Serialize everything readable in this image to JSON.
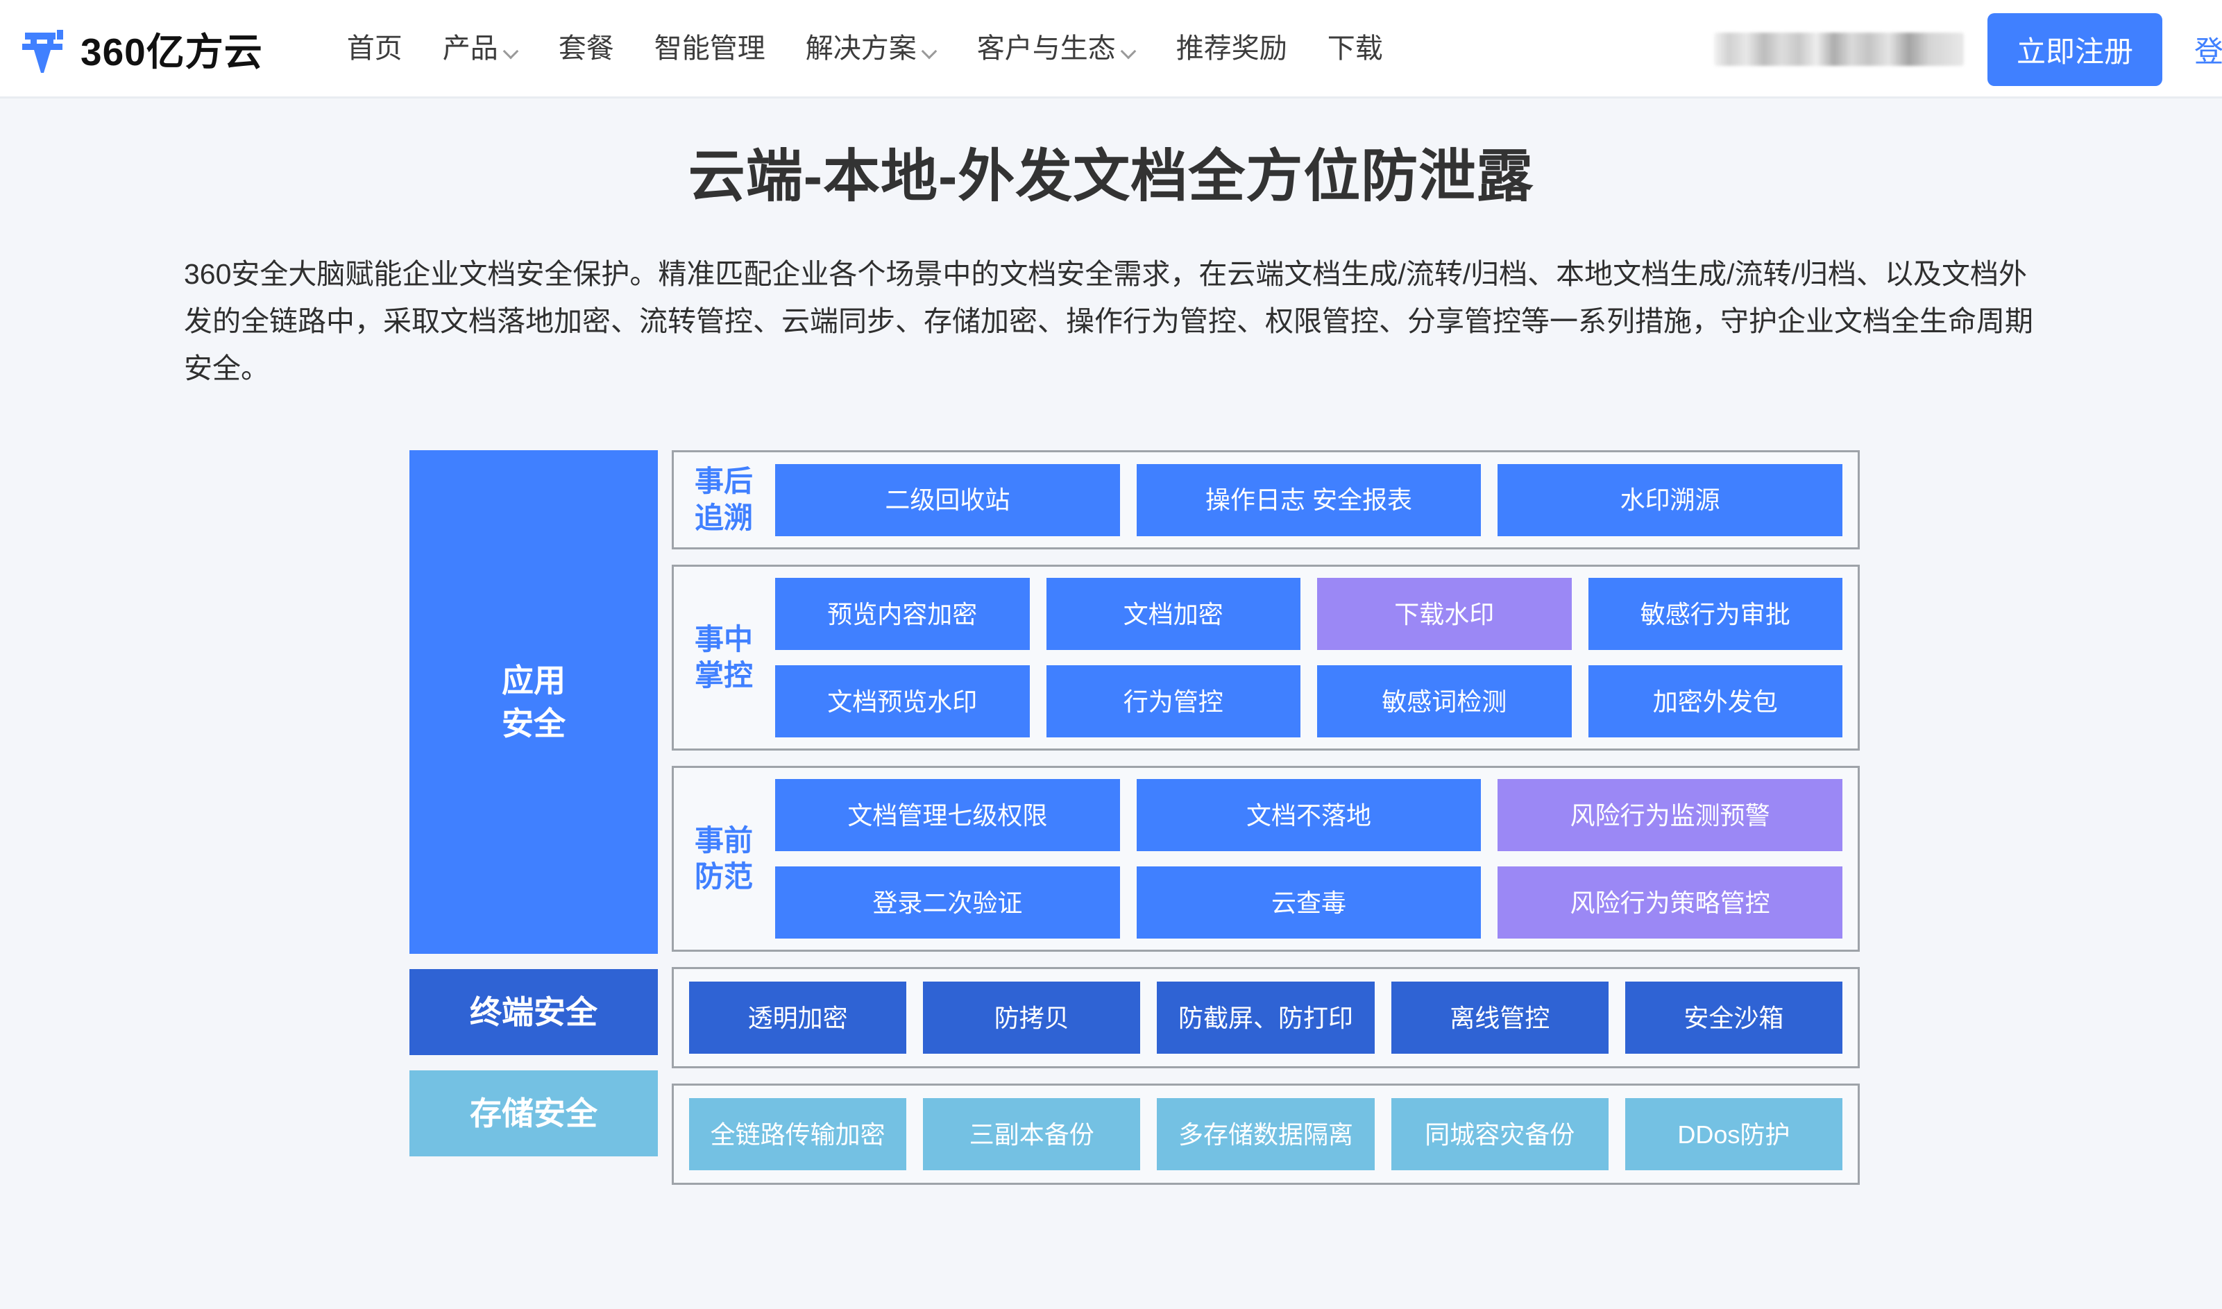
{
  "header": {
    "brand_name": "360亿方云",
    "brand_mark": "cloud-logo-icon",
    "nav": [
      {
        "label": "首页",
        "has_caret": false
      },
      {
        "label": "产品",
        "has_caret": true
      },
      {
        "label": "套餐",
        "has_caret": false
      },
      {
        "label": "智能管理",
        "has_caret": false
      },
      {
        "label": "解决方案",
        "has_caret": true
      },
      {
        "label": "客户与生态",
        "has_caret": true
      },
      {
        "label": "推荐奖励",
        "has_caret": false
      },
      {
        "label": "下载",
        "has_caret": false
      }
    ],
    "register_label": "立即注册",
    "login_label": "登录",
    "account_blurred": true
  },
  "hero": {
    "title": "云端-本地-外发文档全方位防泄露",
    "description": "360安全大脑赋能企业文档安全保护。精准匹配企业各个场景中的文档安全需求，在云端文档生成/流转/归档、本地文档生成/流转/归档、以及文档外发的全链路中，采取文档落地加密、流转管控、云端同步、存储加密、操作行为管控、权限管控、分享管控等一系列措施，守护企业文档全生命周期安全。"
  },
  "colors": {
    "accent_blue": "#4080ff",
    "deep_blue": "#2f63d4",
    "light_blue": "#74c1e3",
    "purple": "#9b88f5",
    "page_bg": "#f4f6fa",
    "panel_bg": "#f7f9fc",
    "panel_border": "#9ea3a9"
  },
  "diagram": {
    "layers": [
      {
        "name": "应用安全",
        "label_line1": "应用",
        "label_line2": "安全",
        "color": "#4080ff"
      },
      {
        "name": "终端安全",
        "label": "终端安全",
        "color": "#2f63d4"
      },
      {
        "name": "存储安全",
        "label": "存储安全",
        "color": "#74c1e3"
      }
    ],
    "groups": [
      {
        "label_line1": "事后",
        "label_line2": "追溯",
        "rows": [
          [
            {
              "text": "二级回收站",
              "style": "blue"
            },
            {
              "text": "操作日志  安全报表",
              "style": "blue"
            },
            {
              "text": "水印溯源",
              "style": "blue"
            }
          ]
        ]
      },
      {
        "label_line1": "事中",
        "label_line2": "掌控",
        "rows": [
          [
            {
              "text": "预览内容加密",
              "style": "blue"
            },
            {
              "text": "文档加密",
              "style": "blue"
            },
            {
              "text": "下载水印",
              "style": "purple"
            },
            {
              "text": "敏感行为审批",
              "style": "blue"
            }
          ],
          [
            {
              "text": "文档预览水印",
              "style": "blue"
            },
            {
              "text": "行为管控",
              "style": "blue"
            },
            {
              "text": "敏感词检测",
              "style": "blue"
            },
            {
              "text": "加密外发包",
              "style": "blue"
            }
          ]
        ]
      },
      {
        "label_line1": "事前",
        "label_line2": "防范",
        "rows": [
          [
            {
              "text": "文档管理七级权限",
              "style": "blue"
            },
            {
              "text": "文档不落地",
              "style": "blue"
            },
            {
              "text": "风险行为监测预警",
              "style": "purple"
            }
          ],
          [
            {
              "text": "登录二次验证",
              "style": "blue"
            },
            {
              "text": "云查毒",
              "style": "blue"
            },
            {
              "text": "风险行为策略管控",
              "style": "purple"
            }
          ]
        ]
      }
    ],
    "terminal_row": [
      {
        "text": "透明加密",
        "style": "dark"
      },
      {
        "text": "防拷贝",
        "style": "dark"
      },
      {
        "text": "防截屏、防打印",
        "style": "dark"
      },
      {
        "text": "离线管控",
        "style": "dark"
      },
      {
        "text": "安全沙箱",
        "style": "dark"
      }
    ],
    "storage_row": [
      {
        "text": "全链路传输加密",
        "style": "light"
      },
      {
        "text": "三副本备份",
        "style": "light"
      },
      {
        "text": "多存储数据隔离",
        "style": "light"
      },
      {
        "text": "同城容灾备份",
        "style": "light"
      },
      {
        "text": "DDos防护",
        "style": "light"
      }
    ]
  }
}
